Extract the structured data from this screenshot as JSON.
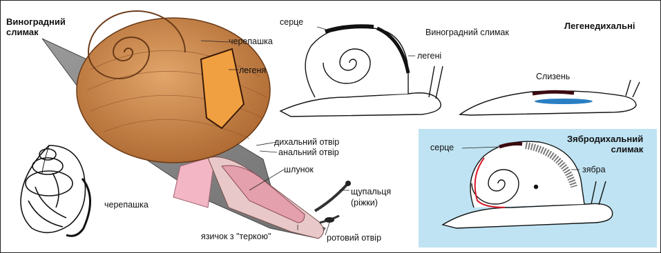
{
  "titles": {
    "grape_snail_main": "Виноградний\nслимак",
    "grape_snail_scheme": "Виноградний слимак",
    "pulmonates": "Легенедихальні",
    "slug": "Слизень",
    "gill_snail": "Зябродихальний\nслимак"
  },
  "labels": {
    "shell_top": "черепашка",
    "lung_main": "легеня",
    "breathing_hole": "дихальний отвір",
    "anal_hole": "анальний отвір",
    "stomach": "шлунок",
    "tentacles": "щупальця\n(ріжки)",
    "radula": "язичок з \"теркою\"",
    "mouth": "ротовий отвір",
    "shell_bottom": "черепашка",
    "heart_scheme": "серце",
    "lungs_scheme": "легені",
    "heart_gill": "серце",
    "gill": "зябра"
  },
  "colors": {
    "shell": "#c8844a",
    "shell_dark": "#8a5228",
    "lung": "#f0a040",
    "body": "#8e8e8e",
    "foot_pink": "#f2b6c4",
    "stomach": "#e8b0b8",
    "gill_bg": "#bfe3f3",
    "slug_blue": "#2a7fc4",
    "heart_red": "#d8182a"
  }
}
